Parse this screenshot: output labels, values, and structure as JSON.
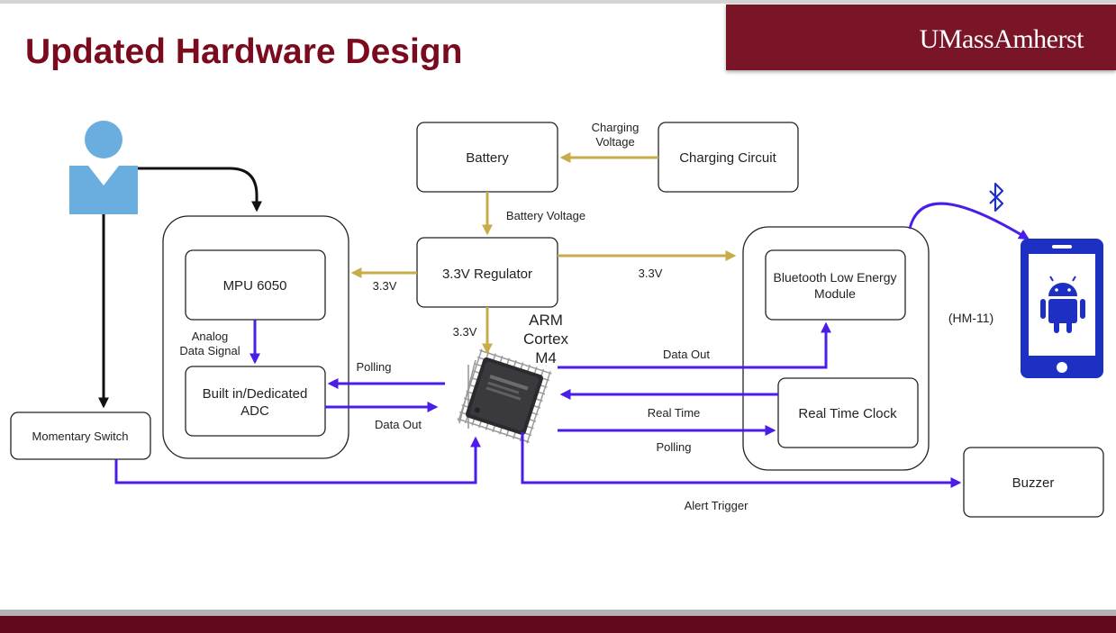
{
  "slide": {
    "title": "Updated Hardware Design",
    "brand": "UMassAmherst"
  },
  "diagram": {
    "nodes": {
      "battery": "Battery",
      "charging_circuit": "Charging Circuit",
      "regulator": "3.3V Regulator",
      "mpu": "MPU 6050",
      "adc_line1": "Built in/Dedicated",
      "adc_line2": "ADC",
      "momentary_switch": "Momentary Switch",
      "mcu_line1": "ARM",
      "mcu_line2": "Cortex",
      "mcu_line3": "M4",
      "ble_line1": "Bluetooth Low Energy",
      "ble_line2": "Module",
      "ble_part": "(HM-11)",
      "rtc": "Real Time Clock",
      "buzzer": "Buzzer"
    },
    "edges": {
      "charging_voltage_1": "Charging",
      "charging_voltage_2": "Voltage",
      "battery_voltage": "Battery Voltage",
      "v33_left": "3.3V",
      "v33_right": "3.3V",
      "v33_down": "3.3V",
      "analog_1": "Analog",
      "analog_2": "Data Signal",
      "polling_adc": "Polling",
      "data_out_adc": "Data Out",
      "data_out_ble": "Data Out",
      "real_time": "Real Time",
      "polling_rtc": "Polling",
      "alert_trigger": "Alert Trigger"
    },
    "colors": {
      "power": "#c8ac4a",
      "signal": "#4a1ee8",
      "user": "#111111",
      "person": "#6aaee0",
      "phone": "#1e2fc4",
      "android": "#1e2fc4"
    },
    "icons": [
      "person-icon",
      "bluetooth-icon",
      "phone-icon",
      "android-icon",
      "chip-icon"
    ]
  }
}
